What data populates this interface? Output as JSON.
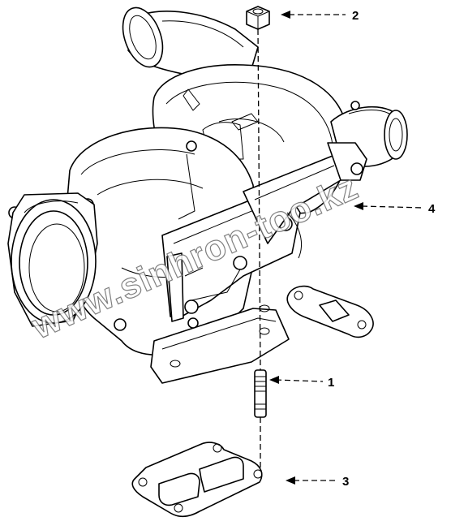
{
  "callouts": [
    {
      "number": "1"
    },
    {
      "number": "2"
    },
    {
      "number": "3"
    },
    {
      "number": "4"
    }
  ],
  "watermark": "www.sinhron-too.kz",
  "colors": {
    "line": "#000000",
    "background": "#ffffff",
    "watermark_outline": "#6a6a6a"
  }
}
